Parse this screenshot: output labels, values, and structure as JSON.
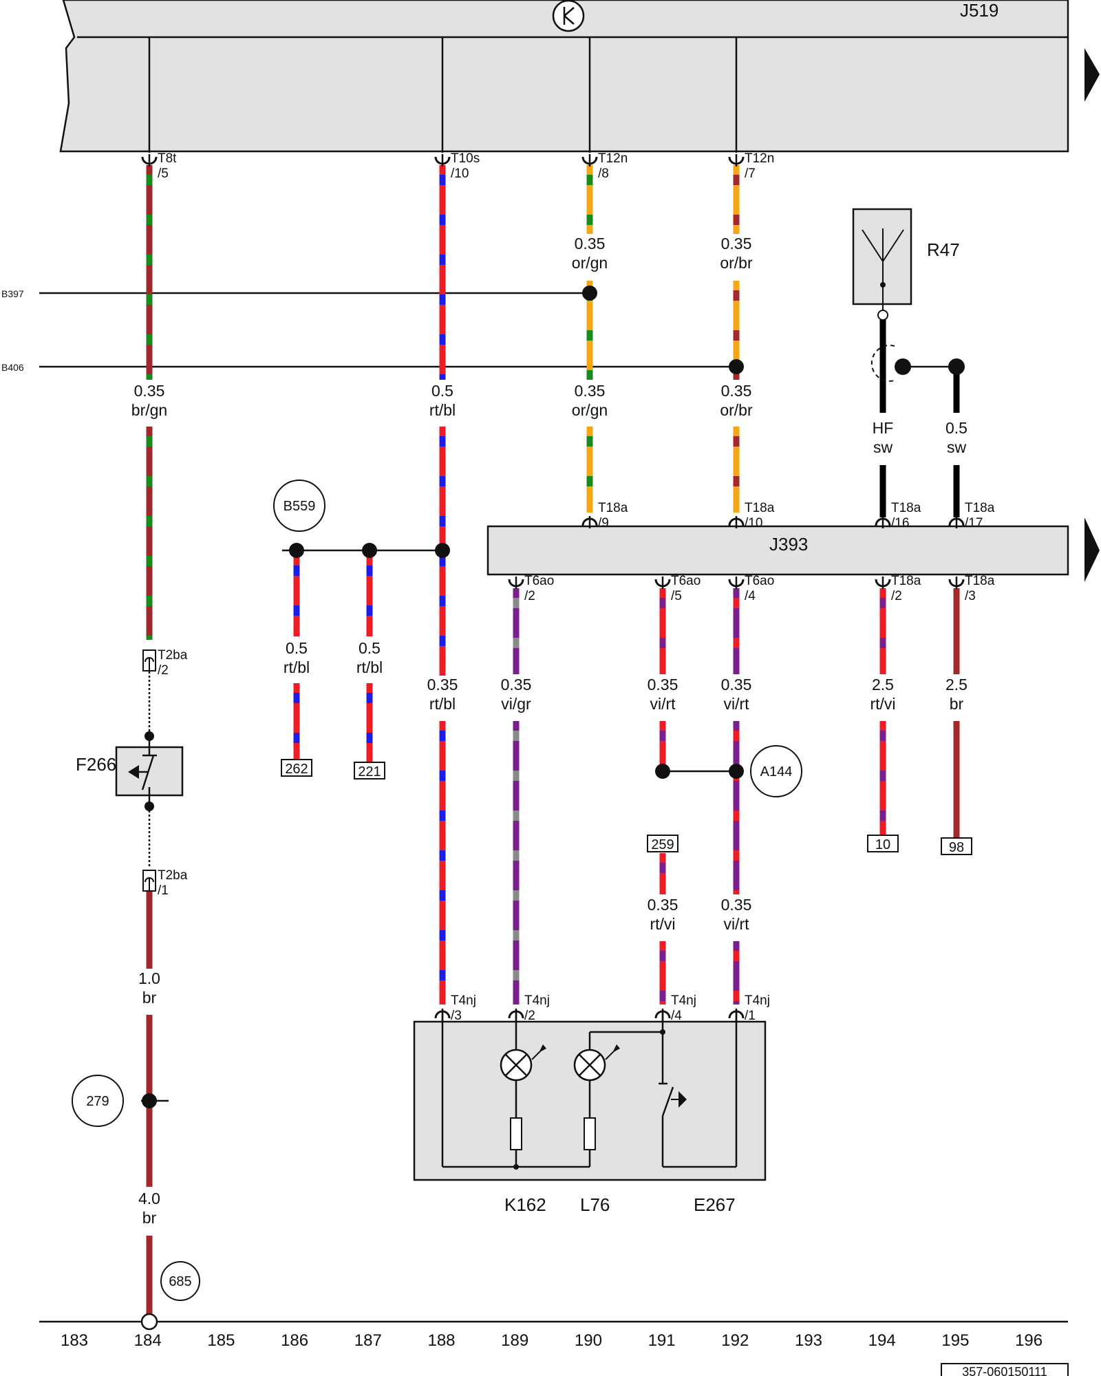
{
  "components": {
    "J519": "J519",
    "J393": "J393",
    "R47": "R47",
    "F266": "F266",
    "K162": "K162",
    "L76": "L76",
    "E267": "E267"
  },
  "lines": {
    "B397": "B397",
    "B406": "B406"
  },
  "connectors": [
    {
      "id": "c1",
      "name": "T8t",
      "pin": "/5"
    },
    {
      "id": "c2",
      "name": "T10s",
      "pin": "/10"
    },
    {
      "id": "c3",
      "name": "T12n",
      "pin": "/8"
    },
    {
      "id": "c4",
      "name": "T12n",
      "pin": "/7"
    },
    {
      "id": "c5",
      "name": "T18a",
      "pin": "/9"
    },
    {
      "id": "c6",
      "name": "T18a",
      "pin": "/10"
    },
    {
      "id": "c7",
      "name": "T18a",
      "pin": "/16"
    },
    {
      "id": "c8",
      "name": "T18a",
      "pin": "/17"
    },
    {
      "id": "c9",
      "name": "T6ao",
      "pin": "/2"
    },
    {
      "id": "c10",
      "name": "T6ao",
      "pin": "/5"
    },
    {
      "id": "c11",
      "name": "T6ao",
      "pin": "/4"
    },
    {
      "id": "c12",
      "name": "T18a",
      "pin": "/2"
    },
    {
      "id": "c13",
      "name": "T18a",
      "pin": "/3"
    },
    {
      "id": "c14",
      "name": "T2ba",
      "pin": "/2"
    },
    {
      "id": "c15",
      "name": "T2ba",
      "pin": "/1"
    },
    {
      "id": "c16",
      "name": "T4nj",
      "pin": "/3"
    },
    {
      "id": "c17",
      "name": "T4nj",
      "pin": "/2"
    },
    {
      "id": "c18",
      "name": "T4nj",
      "pin": "/4"
    },
    {
      "id": "c19",
      "name": "T4nj",
      "pin": "/1"
    }
  ],
  "wire_labels": [
    {
      "id": "w1",
      "size": "0.35",
      "color": "or/gn"
    },
    {
      "id": "w2",
      "size": "0.35",
      "color": "or/br"
    },
    {
      "id": "w3",
      "size": "0.35",
      "color": "br/gn"
    },
    {
      "id": "w4",
      "size": "0.5",
      "color": "rt/bl"
    },
    {
      "id": "w5",
      "size": "0.35",
      "color": "or/gn"
    },
    {
      "id": "w6",
      "size": "0.35",
      "color": "or/br"
    },
    {
      "id": "w7",
      "size": "HF",
      "color": "sw"
    },
    {
      "id": "w8",
      "size": "0.5",
      "color": "sw"
    },
    {
      "id": "w9",
      "size": "0.5",
      "color": "rt/bl"
    },
    {
      "id": "w10",
      "size": "0.5",
      "color": "rt/bl"
    },
    {
      "id": "w11",
      "size": "0.35",
      "color": "rt/bl"
    },
    {
      "id": "w12",
      "size": "0.35",
      "color": "vi/gr"
    },
    {
      "id": "w13",
      "size": "0.35",
      "color": "vi/rt"
    },
    {
      "id": "w14",
      "size": "0.35",
      "color": "vi/rt"
    },
    {
      "id": "w15",
      "size": "2.5",
      "color": "rt/vi"
    },
    {
      "id": "w16",
      "size": "2.5",
      "color": "br"
    },
    {
      "id": "w17",
      "size": "0.35",
      "color": "rt/vi"
    },
    {
      "id": "w18",
      "size": "0.35",
      "color": "vi/rt"
    },
    {
      "id": "w19",
      "size": "1.0",
      "color": "br"
    },
    {
      "id": "w20",
      "size": "4.0",
      "color": "br"
    }
  ],
  "refs": [
    "262",
    "221",
    "259",
    "10",
    "98"
  ],
  "circles": [
    "B559",
    "A144",
    "279",
    "685"
  ],
  "axis": [
    "183",
    "184",
    "185",
    "186",
    "187",
    "188",
    "189",
    "190",
    "191",
    "192",
    "193",
    "194",
    "195",
    "196"
  ],
  "doc_number": "357-060150111",
  "colors": {
    "rt": "#ee1c25",
    "bl": "#1c1ce8",
    "br": "#a3282c",
    "gn": "#198a1c",
    "or": "#f5a614",
    "vi": "#7b1f8e",
    "gr": "#8a8a8a",
    "sw": "#000000",
    "module_fill": "#e2e2e2"
  }
}
